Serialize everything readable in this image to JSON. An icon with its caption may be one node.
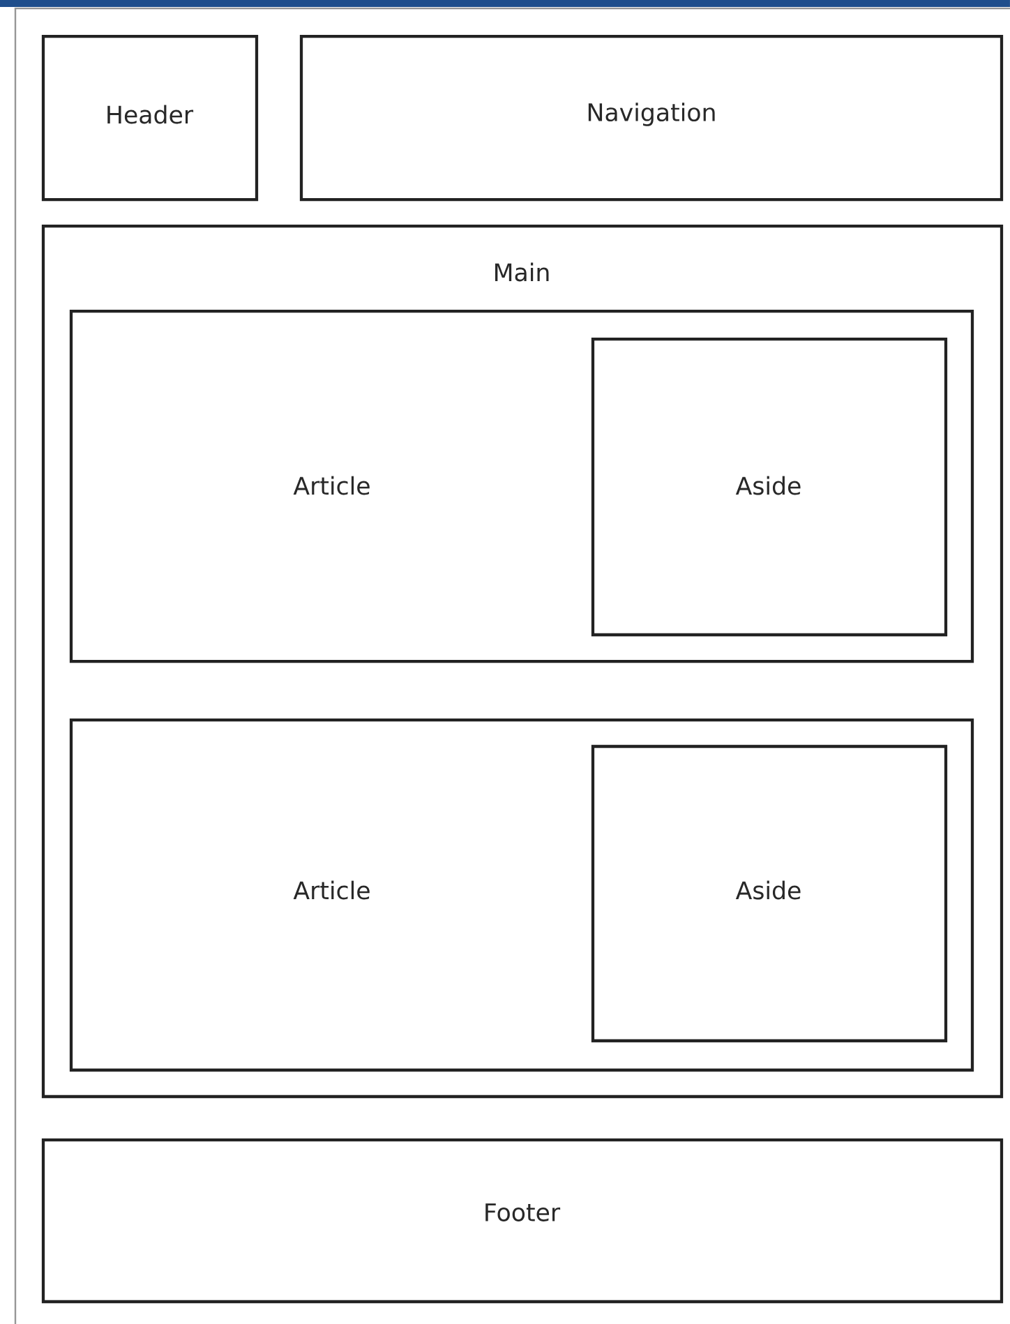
{
  "diagram": {
    "nodes": [
      {
        "text": [
          "Header"
        ]
      },
      {
        "text": [
          "Navigation"
        ]
      },
      {
        "text": [
          "Main"
        ]
      },
      {
        "text": [
          "Article"
        ],
        "in": 2
      },
      {
        "text": [
          "Aside"
        ],
        "in": 3
      },
      {
        "text": [
          "Article"
        ],
        "in": 2
      },
      {
        "text": [
          "Aside"
        ],
        "in": 5
      },
      {
        "text": [
          "Footer"
        ]
      }
    ]
  }
}
